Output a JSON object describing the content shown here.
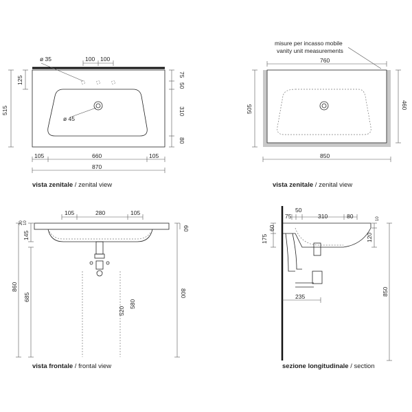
{
  "views": {
    "top_left": {
      "caption_bold": "vista zenitale",
      "caption_sep": " / ",
      "caption_en": "zenital view",
      "dims": {
        "hole_diam": "ø 35",
        "spacing_a": "100",
        "spacing_b": "100",
        "depth_total": "515",
        "back_edge": "125",
        "right_top": "75",
        "right_mid": "50",
        "right_basin": "310",
        "right_front": "80",
        "drain_diam": "ø 45",
        "width_left": "105",
        "width_mid": "660",
        "width_right": "105",
        "width_total": "870"
      }
    },
    "top_right": {
      "caption_bold": "vista zenitale",
      "caption_sep": " / ",
      "caption_en": "zenital view",
      "note_it": "misure per incasso mobile",
      "note_en": "vanity unit measurements",
      "dims": {
        "inner_width": "760",
        "depth": "505",
        "inner_depth": "460",
        "outer_width": "850"
      }
    },
    "bottom_left": {
      "caption_bold": "vista frontale",
      "caption_sep": " / ",
      "caption_en": "frontal view",
      "dims": {
        "top_left": "105",
        "top_mid": "280",
        "top_right": "105",
        "rim_20": "20",
        "rim_10": "10",
        "basin_depth": "145",
        "right_60": "60",
        "height_860": "860",
        "height_685": "685",
        "height_520": "520",
        "height_580": "580",
        "height_800": "800"
      }
    },
    "bottom_right": {
      "caption_bold": "sezione longitudinale",
      "caption_sep": " / ",
      "caption_en": "section",
      "dims": {
        "top_50": "50",
        "top_75": "75",
        "top_310": "310",
        "top_80": "80",
        "left_60": "60",
        "left_175": "175",
        "right_10": "10",
        "right_120": "120",
        "bottom_235": "235",
        "height_850": "850"
      }
    }
  }
}
